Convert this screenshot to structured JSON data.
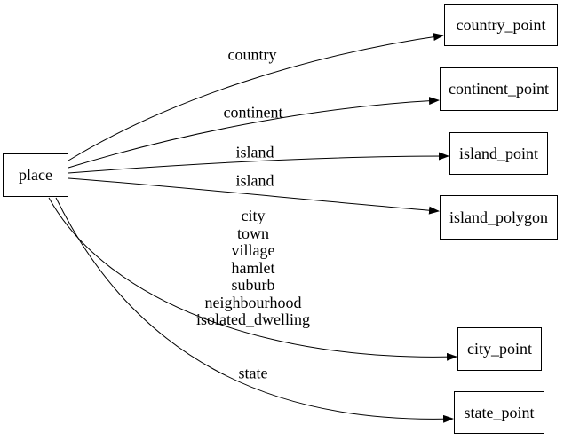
{
  "diagram": {
    "type": "directed-graph",
    "background_color": "#ffffff",
    "node_border_color": "#000000",
    "edge_color": "#000000",
    "text_color": "#000000",
    "nodes": [
      {
        "id": "place",
        "label": "place"
      },
      {
        "id": "country_point",
        "label": "country_point"
      },
      {
        "id": "continent_point",
        "label": "continent_point"
      },
      {
        "id": "island_point",
        "label": "island_point"
      },
      {
        "id": "island_polygon",
        "label": "island_polygon"
      },
      {
        "id": "city_point",
        "label": "city_point"
      },
      {
        "id": "state_point",
        "label": "state_point"
      }
    ],
    "edges": [
      {
        "from": "place",
        "to": "country_point",
        "label": "country"
      },
      {
        "from": "place",
        "to": "continent_point",
        "label": "continent"
      },
      {
        "from": "place",
        "to": "island_point",
        "label": "island"
      },
      {
        "from": "place",
        "to": "island_polygon",
        "label": "island"
      },
      {
        "from": "place",
        "to": "city_point",
        "label_lines": [
          "city",
          "town",
          "village",
          "hamlet",
          "suburb",
          "neighbourhood",
          "isolated_dwelling"
        ]
      },
      {
        "from": "place",
        "to": "state_point",
        "label": "state"
      }
    ]
  }
}
